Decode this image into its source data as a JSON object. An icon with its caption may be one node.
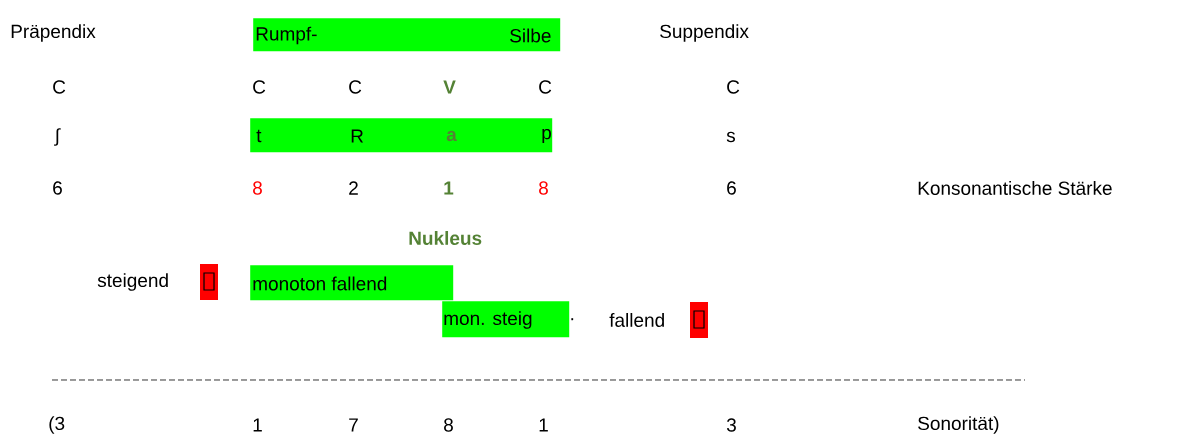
{
  "diagram": {
    "nodes": [
      {
        "text": [
          "Rumpf-",
          "Silbe"
        ]
      },
      {
        "text": [
          "t",
          "R",
          "a",
          "p"
        ]
      },
      {
        "text": [
          "monoton fallend"
        ]
      },
      {
        "text": [
          "mon. steig"
        ],
        "beside": [
          "."
        ]
      }
    ],
    "labels": [
      "Präpendix",
      "Suppendix",
      "C",
      "C",
      "C",
      "V",
      "C",
      "C",
      "ʃ",
      "s",
      "6",
      "8",
      "2",
      "1",
      "8",
      "6",
      "Konsonantische Stärke",
      "Nukleus",
      "steigend",
      "fallend",
      "(3",
      "1",
      "7",
      "8",
      "1",
      "3",
      "Sonorität)"
    ]
  }
}
